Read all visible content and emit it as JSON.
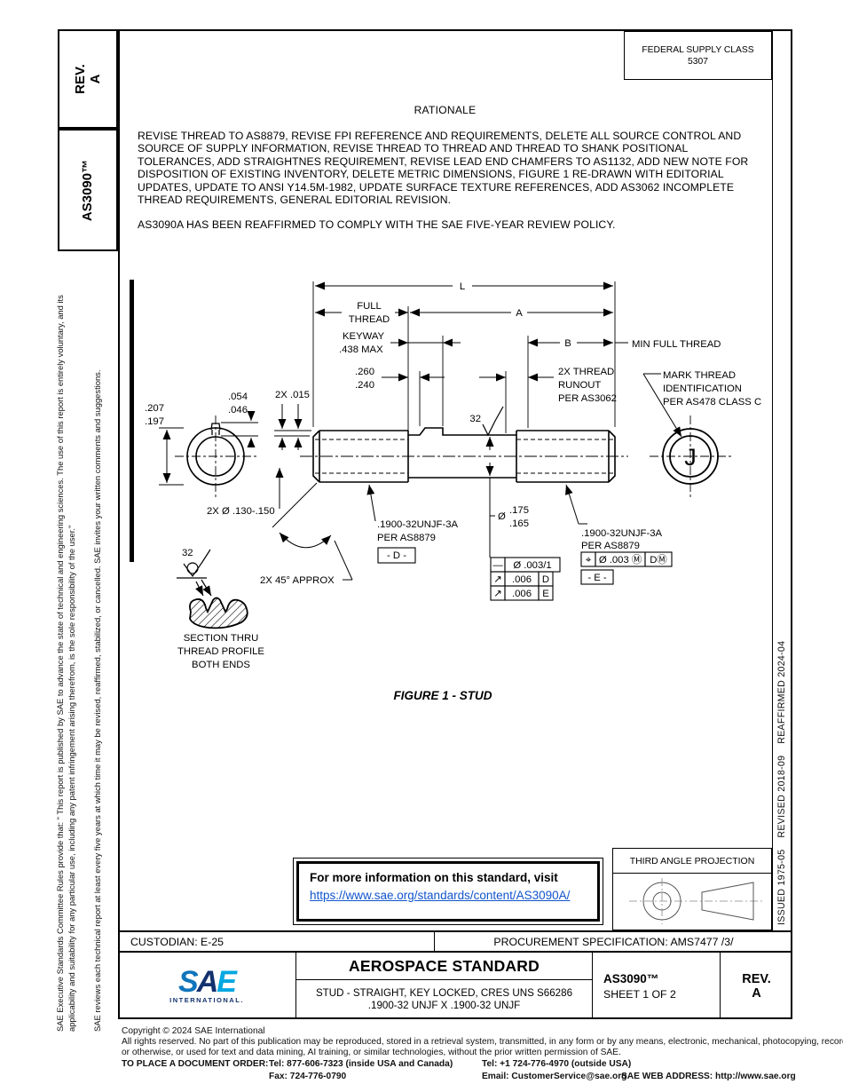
{
  "colors": {
    "ink": "#000000",
    "link_blue": "#1155CC",
    "logo_s": "#1075BC",
    "logo_a": "#12316E",
    "logo_e": "#00A7E1"
  },
  "header": {
    "federal_supply_class_label": "FEDERAL SUPPLY CLASS",
    "federal_supply_class_value": "5307"
  },
  "left_tabs": {
    "rev_label": "REV.",
    "rev_value": "A",
    "doc_number": "AS3090™"
  },
  "left_sidebar": {
    "para1": "SAE Executive Standards Committee Rules provide that: \" This report is published by SAE to advance the state of technical and engineering sciences. The use of this report is entirely voluntary, and its applicability and suitability for any particular use, including any patent infringement arising therefrom, is the sole responsibility of the user.\"",
    "para2": "SAE reviews each technical report at least every five years at which time it may be revised, reaffirmed, stabilized, or cancelled. SAE invites your written comments and suggestions."
  },
  "right_sidebar": {
    "status_text": "ISSUED 1975-05    REVISED 2018-09    REAFFIRMED 2024-04"
  },
  "rationale": {
    "title": "RATIONALE",
    "body": "REVISE THREAD TO AS8879, REVISE FPI REFERENCE AND REQUIREMENTS, DELETE ALL SOURCE CONTROL AND SOURCE OF SUPPLY INFORMATION, REVISE THREAD TO THREAD AND THREAD TO SHANK POSITIONAL TOLERANCES, ADD STRAIGHTNES REQUIREMENT, REVISE LEAD END CHAMFERS TO AS1132, ADD NEW NOTE FOR DISPOSITION OF EXISTING INVENTORY, DELETE METRIC DIMENSIONS, FIGURE 1 RE-DRAWN WITH EDITORIAL UPDATES, UPDATE TO ANSI Y14.5M-1982, UPDATE SURFACE TEXTURE REFERENCES, ADD AS3062 INCOMPLETE THREAD REQUIREMENTS, GENERAL EDITORIAL REVISION.",
    "note": "AS3090A HAS BEEN REAFFIRMED TO COMPLY WITH THE SAE FIVE-YEAR REVIEW POLICY."
  },
  "drawing": {
    "dim_L": "L",
    "dim_A": "A",
    "dim_B": "B",
    "full1": "FULL",
    "full2": "THREAD",
    "key1": "KEYWAY",
    "key2": ".438 MAX",
    "d260": ".260",
    "d240": ".240",
    "run1": "2X THREAD",
    "run2": "RUNOUT",
    "run3": "PER AS3062",
    "minfull": "MIN FULL THREAD",
    "mark1": "MARK THREAD",
    "mark2": "IDENTIFICATION",
    "mark3": "PER AS478 CLASS C",
    "d207": ".207",
    "d197": ".197",
    "d054": ".054",
    "d046": ".046",
    "d2x015": "2X .015",
    "d2xdia": "2X Ø .130-.150",
    "thread_left1": ".1900-32UNJF-3A",
    "thread_left2": "PER AS8879",
    "datum_d": "- D -",
    "thread_right1": ".1900-32UNJF-3A",
    "thread_right2": "PER AS8879",
    "datum_e": "- E -",
    "dia_sym": "Ø",
    "d175": ".175",
    "d165": ".165",
    "fcf1": {
      "r1s": "—",
      "r1v": "Ø .003/1",
      "r2s": "↗",
      "r2v": ".006",
      "r2d": "D",
      "r3s": "↗",
      "r3v": ".006",
      "r3d": "E"
    },
    "fcf2": {
      "sym": "⌖",
      "val": "Ø .003 Ⓜ",
      "datum": "DⓂ"
    },
    "chamfer": "2X 45° APPROX",
    "finish32_top": "32",
    "finish32_section": "32",
    "sec1": "SECTION THRU",
    "sec2": "THREAD PROFILE",
    "sec3": "BOTH ENDS",
    "end_mark": "J",
    "caption": "FIGURE 1 - STUD"
  },
  "info_box": {
    "line1": "For more information on this standard, visit",
    "link": "https://www.sae.org/standards/content/AS3090A/"
  },
  "projection": {
    "title": "THIRD ANGLE PROJECTION"
  },
  "custodian_row": {
    "custodian": "CUSTODIAN: E-25",
    "procurement": "PROCUREMENT SPECIFICATION: AMS7477 /3/"
  },
  "title_block": {
    "logo_s": "S",
    "logo_a": "A",
    "logo_e": "E",
    "logo_sub": "INTERNATIONAL.",
    "title": "AEROSPACE STANDARD",
    "subtitle1": "STUD - STRAIGHT, KEY LOCKED, CRES UNS S66286",
    "subtitle2": ".1900-32 UNJF X .1900-32 UNJF",
    "doc": "AS3090™",
    "sheet": "SHEET 1 OF 2",
    "rev_label": "REV.",
    "rev_value": "A"
  },
  "footer": {
    "copyright": "Copyright © 2024 SAE International",
    "rights1": "All rights reserved. No part of this publication may be reproduced, stored in a retrieval system, transmitted, in any form or by any means, electronic, mechanical, photocopying, recording,",
    "rights2": "or otherwise, or used for text and data mining, AI training, or similar technologies, without the prior written permission of SAE.",
    "order_label": "TO PLACE A DOCUMENT ORDER:",
    "tel1": "Tel: 877-606-7323 (inside USA and Canada)",
    "tel2": "Tel: +1 724-776-4970 (outside USA)",
    "fax": "Fax: 724-776-0790",
    "email": "Email: CustomerService@sae.org",
    "web": "SAE WEB ADDRESS: http://www.sae.org"
  }
}
